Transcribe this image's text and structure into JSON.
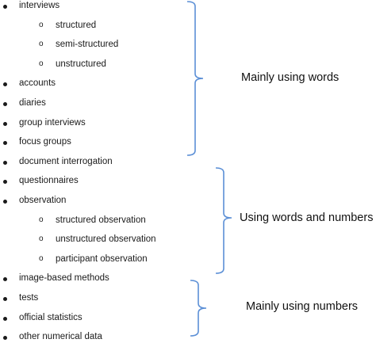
{
  "list": {
    "items": [
      {
        "text": "interviews",
        "level": 1
      },
      {
        "text": "structured",
        "level": 2
      },
      {
        "text": "semi-structured",
        "level": 2
      },
      {
        "text": "unstructured",
        "level": 2
      },
      {
        "text": "accounts",
        "level": 1
      },
      {
        "text": "diaries",
        "level": 1
      },
      {
        "text": "group interviews",
        "level": 1
      },
      {
        "text": "focus groups",
        "level": 1
      },
      {
        "text": "document interrogation",
        "level": 1
      },
      {
        "text": "questionnaires",
        "level": 1
      },
      {
        "text": "observation",
        "level": 1
      },
      {
        "text": "structured observation",
        "level": 2
      },
      {
        "text": "unstructured observation",
        "level": 2
      },
      {
        "text": "participant observation",
        "level": 2
      },
      {
        "text": "image-based methods",
        "level": 1
      },
      {
        "text": "tests",
        "level": 1
      },
      {
        "text": "official statistics",
        "level": 1
      },
      {
        "text": "other numerical data",
        "level": 1
      }
    ],
    "sub_marker": "o"
  },
  "groups": [
    {
      "label": "Mainly using words",
      "first_item": 0,
      "last_item": 8
    },
    {
      "label": "Using words and numbers",
      "first_item": 9,
      "last_item": 14
    },
    {
      "label": "Mainly using numbers",
      "first_item": 14,
      "last_item": 17
    }
  ],
  "colors": {
    "bracket": "#5b8fd6",
    "text": "#1a1a1a"
  }
}
